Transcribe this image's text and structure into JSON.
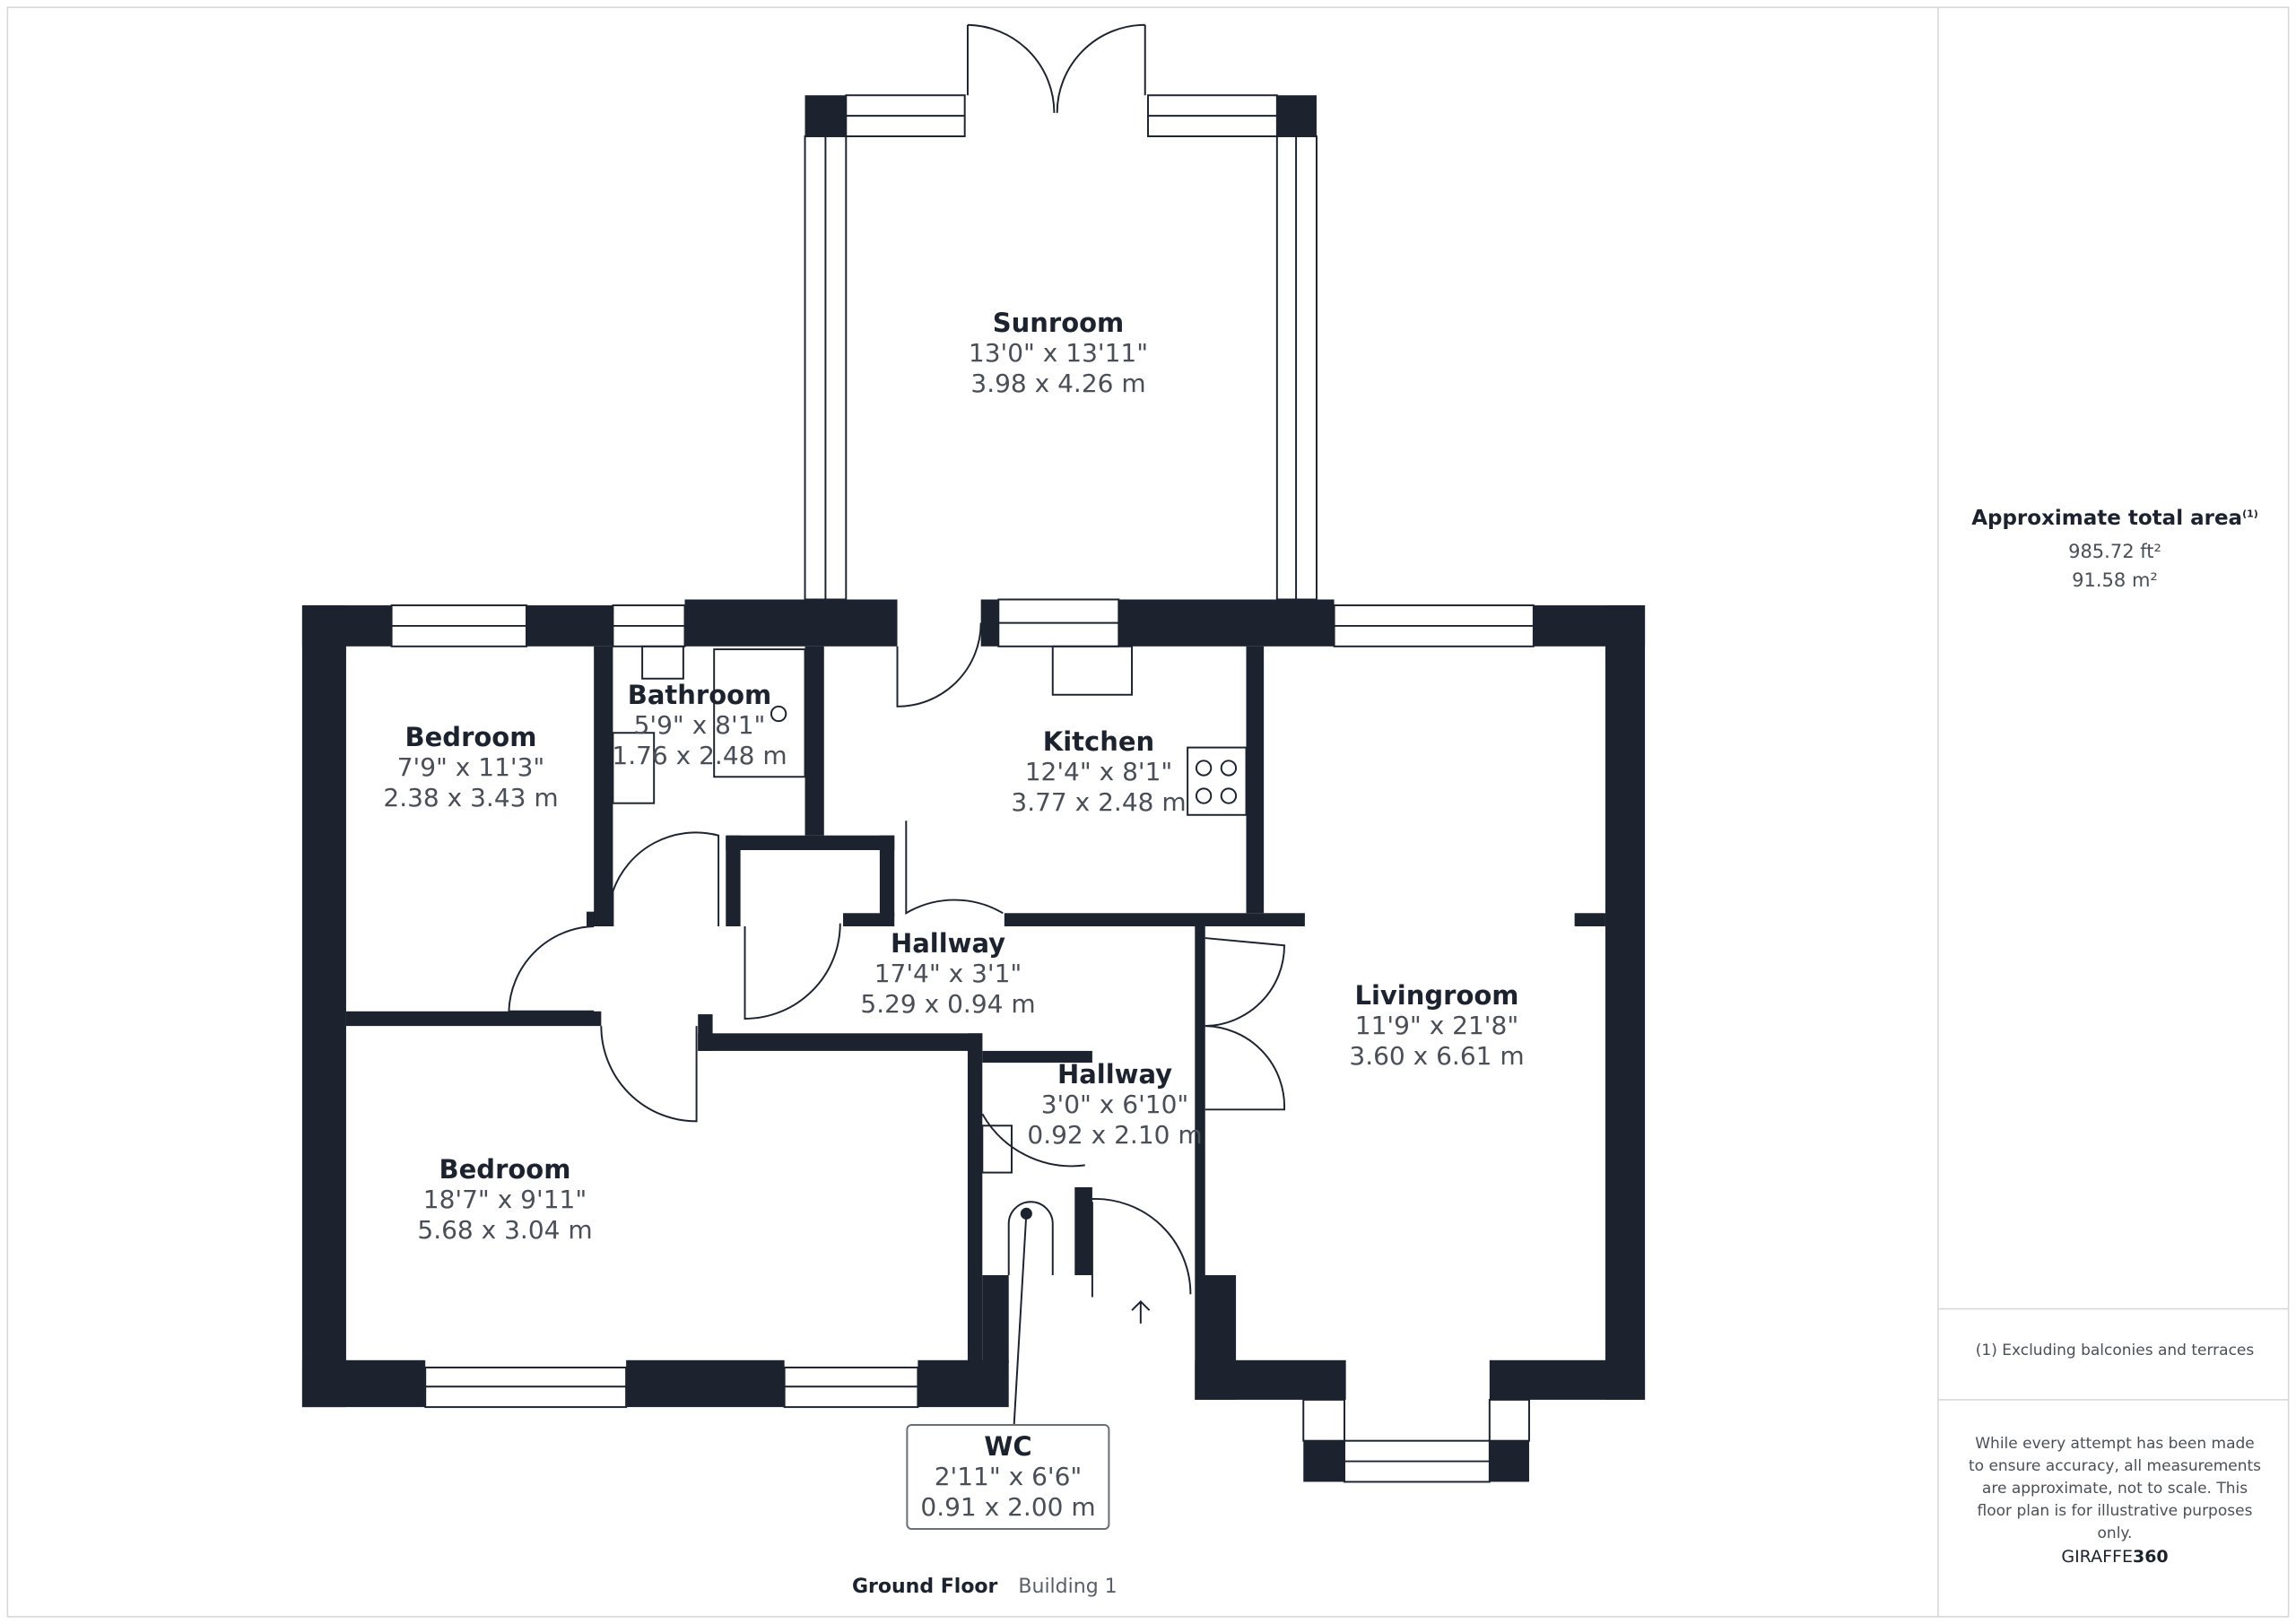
{
  "rooms": [
    {
      "name": "Sunroom",
      "imperial": "13'0\" x 13'11\"",
      "metric": "3.98 x 4.26 m"
    },
    {
      "name": "Bedroom",
      "imperial": "7'9\" x 11'3\"",
      "metric": "2.38 x 3.43 m"
    },
    {
      "name": "Bathroom",
      "imperial": "5'9\" x 8'1\"",
      "metric": "1.76 x 2.48 m"
    },
    {
      "name": "Kitchen",
      "imperial": "12'4\" x 8'1\"",
      "metric": "3.77 x 2.48 m"
    },
    {
      "name": "Hallway",
      "imperial": "17'4\" x 3'1\"",
      "metric": "5.29 x 0.94 m"
    },
    {
      "name": "Livingroom",
      "imperial": "11'9\" x 21'8\"",
      "metric": "3.60 x 6.61 m"
    },
    {
      "name": "Hallway",
      "imperial": "3'0\" x 6'10\"",
      "metric": "0.92 x 2.10 m"
    },
    {
      "name": "Bedroom",
      "imperial": "18'7\" x 9'11\"",
      "metric": "5.68 x 3.04 m"
    },
    {
      "name": "WC",
      "imperial": "2'11\" x 6'6\"",
      "metric": "0.91 x 2.00 m"
    }
  ],
  "footer": {
    "floor": "Ground Floor",
    "building": "Building 1"
  },
  "panel": {
    "area_title": "Approximate total area",
    "area_note_mark": "(1)",
    "area_ft": "985.72 ft²",
    "area_m": "91.58 m²",
    "note": "(1) Excluding balconies and terraces",
    "disclaimer": "While every attempt has been made to ensure accuracy, all measurements are approximate, not to scale. This floor plan is for illustrative purposes only.",
    "brand_a": "GIRAFFE",
    "brand_b": "360"
  },
  "colors": {
    "wall": "#1c232e",
    "border": "#d8d8d8"
  }
}
